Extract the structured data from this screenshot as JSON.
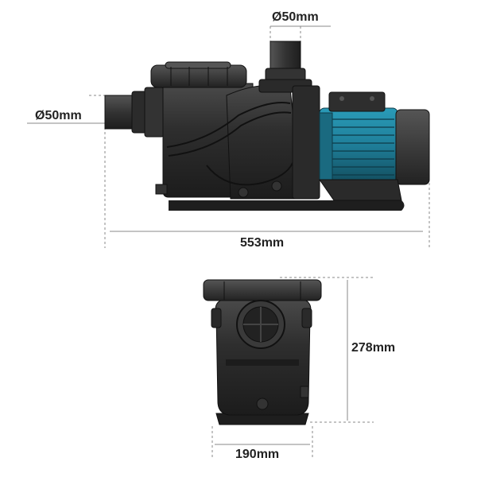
{
  "dimensions": {
    "outlet_diameter": "Ø50mm",
    "inlet_diameter": "Ø50mm",
    "overall_length": "553mm",
    "overall_height": "278mm",
    "overall_width": "190mm"
  },
  "colors": {
    "body": "#2b2b2b",
    "body_dark": "#1a1a1a",
    "body_highlight": "#4a4a4a",
    "motor": "#1f7f9a",
    "motor_dark": "#155a6e",
    "dimension_line": "#888888",
    "text": "#222222"
  }
}
